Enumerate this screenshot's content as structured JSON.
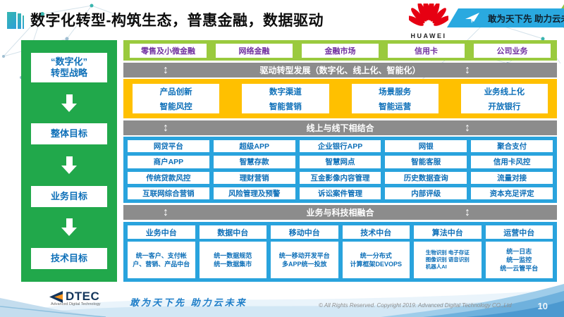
{
  "slide": {
    "title": "数字化转型-构筑生态，普惠金融，数据驱动",
    "page_number": "10"
  },
  "header": {
    "huawei_wordmark": "HUAWEI",
    "banner_slogan": "敢为天下先 助力云未来"
  },
  "sidebar": {
    "items": [
      "“数字化”\n转型战略",
      "整体目标",
      "业务目标",
      "技术目标"
    ]
  },
  "main": {
    "business_lines": [
      "零售及小微金融",
      "网络金融",
      "金融市场",
      "信用卡",
      "公司业务"
    ],
    "bars": [
      "驱动转型发展（数字化、线上化、智能化）",
      "线上与线下相结合",
      "业务与科技相融合"
    ],
    "yellow_rows": [
      [
        "产品创新",
        "数字渠道",
        "场景服务",
        "业务线上化"
      ],
      [
        "智能风控",
        "智能营销",
        "智能运营",
        "开放银行"
      ]
    ],
    "blue_grid": [
      [
        "网贷平台",
        "超级APP",
        "企业银行APP",
        "网银",
        "聚合支付"
      ],
      [
        "商户APP",
        "智慧存款",
        "智慧网点",
        "智能客服",
        "信用卡风控"
      ],
      [
        "传统贷款风控",
        "理财营销",
        "互金影像内容管理",
        "历史数据查询",
        "流量对接"
      ],
      [
        "互联网综合营销",
        "风险管理及预警",
        "诉讼案件管理",
        "内部评级",
        "资本充足评定"
      ]
    ],
    "platforms": [
      {
        "title": "业务中台",
        "body": "统一客户、支付帐户、营销、产品中台"
      },
      {
        "title": "数据中台",
        "body": "统一数据规范\n统一数据集市"
      },
      {
        "title": "移动中台",
        "body": "统一移动开发平台\n多APP统一投放"
      },
      {
        "title": "技术中台",
        "body": "统一分布式\n计算框架DEVOPS"
      },
      {
        "title": "算法中台",
        "body": "生物识别 电子存证\n图像识别 语音识别\n机器人AI"
      },
      {
        "title": "运营中台",
        "body": "统一日志\n统一监控\n统一云管平台"
      }
    ]
  },
  "footer": {
    "logo_text": "DTEC",
    "logo_subtext": "Advanced Digital Technology",
    "slogan": "敢为天下先  助力云未来",
    "copyright": "© All Rights Reserved. Copyright 2019. Advanced Digital Technology CO.,Ltd"
  },
  "colors": {
    "sidebar_green": "#21a84b",
    "line_green": "#9aca3e",
    "bar_gray": "#8c8c8c",
    "accent_yellow": "#ffc000",
    "accent_blue": "#29a3dd",
    "text_blue": "#0d6fb8",
    "text_purple": "#7030a0",
    "huawei_red": "#e60012",
    "banner_blue": "#2aa9e0"
  }
}
